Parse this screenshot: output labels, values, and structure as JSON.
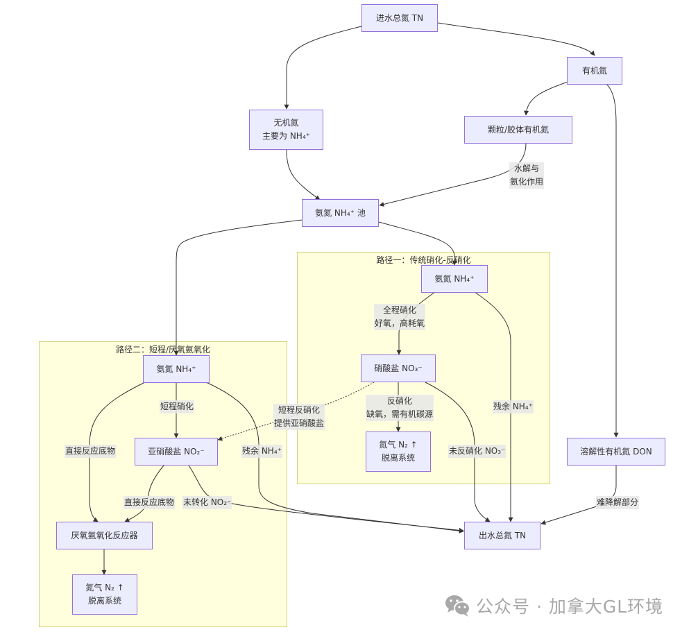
{
  "diagram": {
    "type": "flowchart",
    "clusters": [
      {
        "id": "path1",
        "title": "路径一：传统硝化-反硝化"
      },
      {
        "id": "path2",
        "title": "路径二：短程/厌氧氨氧化"
      }
    ],
    "nodes": {
      "influent_tn": "进水总氮 TN",
      "organic_n": "有机氮",
      "inorganic_n": "无机氮\n主要为 NH₄⁺",
      "particulate_on": "颗粒/胶体有机氮",
      "nh4_pool": "氨氮 NH₄⁺ 池",
      "p1_nh4": "氨氮 NH₄⁺",
      "p1_no3": "硝酸盐 NO₃⁻",
      "p1_n2": "氮气 N₂ ↑\n脱离系统",
      "p2_nh4": "氨氮 NH₄⁺",
      "p2_no2": "亚硝酸盐 NO₂⁻",
      "p2_anammox": "厌氧氨氧化反应器",
      "p2_n2": "氮气 N₂ ↑\n脱离系统",
      "don": "溶解性有机氮 DON",
      "effluent_tn": "出水总氮 TN"
    },
    "edge_labels": {
      "hydrolysis": "水解与\n氨化作用",
      "full_nitrification": "全程硝化\n好氧，高耗氧",
      "denitrification": "反硝化\n缺氧，需有机碳源",
      "p1_residual_nh4": "残余 NH₄⁺",
      "p1_unconverted_no3": "未反硝化 NO₃⁻",
      "short_denitrification": "短程反硝化\n提供亚硝酸盐",
      "short_nitrification": "短程硝化",
      "direct_substrate_1": "直接反应底物",
      "direct_substrate_2": "直接反应底物",
      "p2_residual_nh4": "残余 NH₄⁺",
      "unconverted_no2": "未转化 NO₂⁻",
      "refractory": "难降解部分"
    },
    "edges": [
      {
        "from": "influent_tn",
        "to": "inorganic_n"
      },
      {
        "from": "influent_tn",
        "to": "organic_n"
      },
      {
        "from": "organic_n",
        "to": "particulate_on"
      },
      {
        "from": "organic_n",
        "to": "don"
      },
      {
        "from": "inorganic_n",
        "to": "nh4_pool"
      },
      {
        "from": "particulate_on",
        "to": "nh4_pool",
        "label": "hydrolysis"
      },
      {
        "from": "nh4_pool",
        "to": "p1_nh4"
      },
      {
        "from": "nh4_pool",
        "to": "p2_nh4"
      },
      {
        "from": "p1_nh4",
        "to": "p1_no3",
        "label": "full_nitrification"
      },
      {
        "from": "p1_no3",
        "to": "p1_n2",
        "label": "denitrification"
      },
      {
        "from": "p1_nh4",
        "to": "effluent_tn",
        "label": "p1_residual_nh4"
      },
      {
        "from": "p1_no3",
        "to": "effluent_tn",
        "label": "p1_unconverted_no3"
      },
      {
        "from": "p1_no3",
        "to": "p2_no2",
        "label": "short_denitrification",
        "style": "dotted"
      },
      {
        "from": "p2_nh4",
        "to": "p2_no2",
        "label": "short_nitrification"
      },
      {
        "from": "p2_nh4",
        "to": "p2_anammox",
        "label": "direct_substrate_1"
      },
      {
        "from": "p2_no2",
        "to": "p2_anammox",
        "label": "direct_substrate_2"
      },
      {
        "from": "p2_nh4",
        "to": "effluent_tn",
        "label": "p2_residual_nh4"
      },
      {
        "from": "p2_no2",
        "to": "effluent_tn",
        "label": "unconverted_no2"
      },
      {
        "from": "p2_anammox",
        "to": "p2_n2"
      },
      {
        "from": "don",
        "to": "effluent_tn",
        "label": "refractory"
      }
    ]
  },
  "watermark": {
    "icon": "wechat-icon",
    "text": "公众号 · 加拿大GL环境"
  },
  "colors": {
    "node_fill": "#ececff",
    "node_border": "#9370db",
    "cluster_fill": "#ffffde",
    "cluster_border": "#d2d27a",
    "edge": "#333333",
    "label_bg": "#e8e8e8",
    "watermark": "#a8a8a8"
  }
}
